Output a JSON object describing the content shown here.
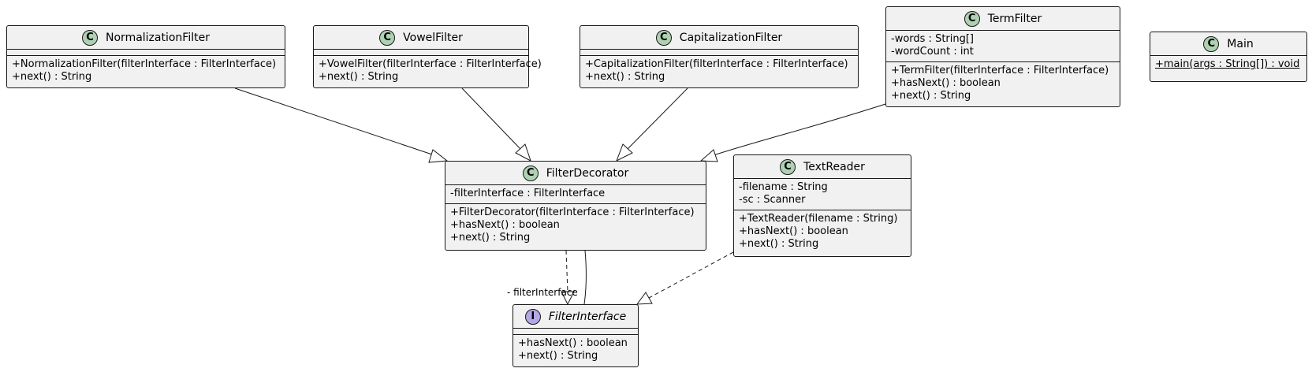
{
  "diagram": {
    "classes": {
      "normalizationFilter": {
        "name": "NormalizationFilter",
        "stereotype": "C",
        "fields": [],
        "methods": [
          "+NormalizationFilter(filterInterface : FilterInterface)",
          "+next() : String"
        ]
      },
      "vowelFilter": {
        "name": "VowelFilter",
        "stereotype": "C",
        "fields": [],
        "methods": [
          "+VowelFilter(filterInterface : FilterInterface)",
          "+next() : String"
        ]
      },
      "capitalizationFilter": {
        "name": "CapitalizationFilter",
        "stereotype": "C",
        "fields": [],
        "methods": [
          "+CapitalizationFilter(filterInterface : FilterInterface)",
          "+next() : String"
        ]
      },
      "termFilter": {
        "name": "TermFilter",
        "stereotype": "C",
        "fields": [
          "-words : String[]",
          "-wordCount : int"
        ],
        "methods": [
          "+TermFilter(filterInterface : FilterInterface)",
          "+hasNext() : boolean",
          "+next() : String"
        ]
      },
      "main": {
        "name": "Main",
        "stereotype": "C",
        "fields": [],
        "methods": [
          "+main(args : String[]) : void"
        ]
      },
      "filterDecorator": {
        "name": "FilterDecorator",
        "stereotype": "C",
        "fields": [
          "-filterInterface : FilterInterface"
        ],
        "methods": [
          "+FilterDecorator(filterInterface : FilterInterface)",
          "+hasNext() : boolean",
          "+next() : String"
        ]
      },
      "textReader": {
        "name": "TextReader",
        "stereotype": "C",
        "fields": [
          "-filename : String",
          "-sc : Scanner"
        ],
        "methods": [
          "+TextReader(filename : String)",
          "+hasNext() : boolean",
          "+next() : String"
        ]
      },
      "filterInterface": {
        "name": "FilterInterface",
        "stereotype": "I",
        "fields": [],
        "methods": [
          "+hasNext() : boolean",
          "+next() : String"
        ]
      }
    },
    "relations": [
      {
        "from": "NormalizationFilter",
        "to": "FilterDecorator",
        "kind": "extends"
      },
      {
        "from": "VowelFilter",
        "to": "FilterDecorator",
        "kind": "extends"
      },
      {
        "from": "CapitalizationFilter",
        "to": "FilterDecorator",
        "kind": "extends"
      },
      {
        "from": "TermFilter",
        "to": "FilterDecorator",
        "kind": "extends"
      },
      {
        "from": "FilterDecorator",
        "to": "FilterInterface",
        "kind": "implements"
      },
      {
        "from": "TextReader",
        "to": "FilterInterface",
        "kind": "implements"
      },
      {
        "from": "FilterDecorator",
        "to": "FilterInterface",
        "kind": "association",
        "label": "- filterInterface"
      }
    ],
    "colors": {
      "class_fill": "#f1f1f1",
      "border": "#181818",
      "class_circle": "#add1b2",
      "interface_circle": "#b4a7e5"
    }
  }
}
